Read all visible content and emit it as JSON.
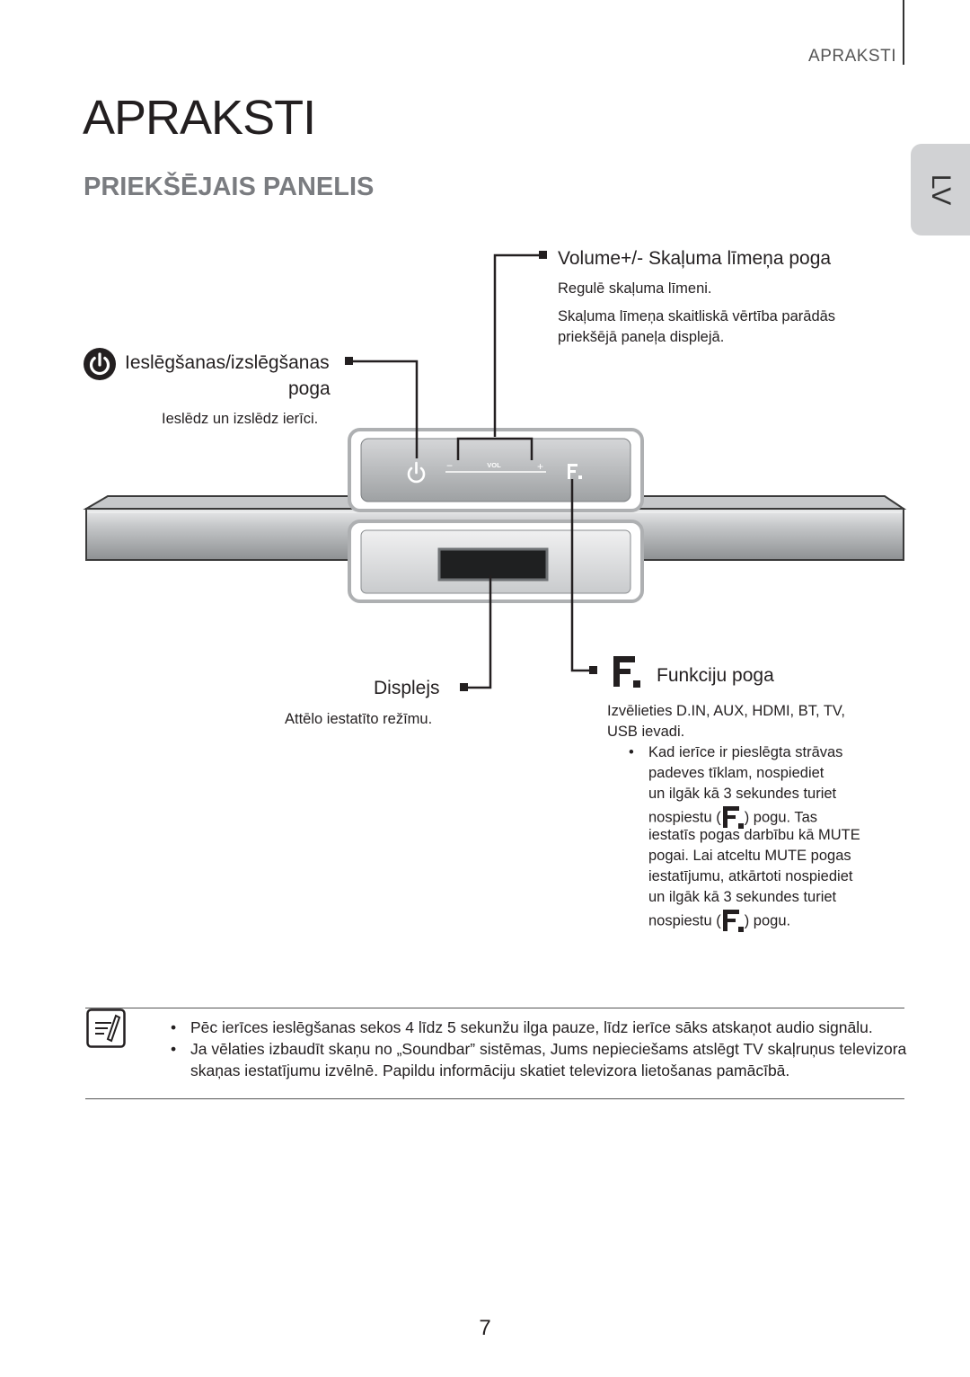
{
  "header": {
    "section_label": "APRAKSTI",
    "lang_tab": "LV"
  },
  "page_title": "APRAKSTI",
  "section_title": "PRIEKŠĒJAIS PANELIS",
  "callouts": {
    "volume": {
      "heading": "Volume+/- Skaļuma līmeņa poga",
      "line1": "Regulē skaļuma līmeni.",
      "line2a": "Skaļuma līmeņa skaitliskā vērtība parādās",
      "line2b": "priekšējā paneļa displejā."
    },
    "power": {
      "heading_line1": "Ieslēgšanas/izslēgšanas",
      "heading_line2": "poga",
      "text": "Ieslēdz un izslēdz ierīci."
    },
    "display": {
      "heading": "Displejs",
      "text": "Attēlo iestatīto režīmu."
    },
    "function": {
      "heading": "Funkciju poga",
      "line1": "Izvēlieties D.IN, AUX, HDMI, BT, TV,",
      "line2": "USB ievadi.",
      "bullet": {
        "l1": "Kad ierīce ir pieslēgta strāvas",
        "l2": "padeves tīklam, nospiediet",
        "l3": "un ilgāk kā 3 sekundes turiet",
        "l4a": "nospiestu (",
        "l4b": ") pogu. Tas",
        "l5": "iestatīs pogas darbību kā MUTE",
        "l6": "pogai. Lai atceltu MUTE pogas",
        "l7": "iestatījumu, atkārtoti nospiediet",
        "l8": "un ilgāk kā 3 sekundes turiet",
        "l9a": "nospiestu (",
        "l9b": ") pogu."
      }
    }
  },
  "device": {
    "vol_label": "VOL",
    "minus": "−",
    "plus": "+"
  },
  "notes": [
    "Pēc ierīces ieslēgšanas sekos 4 līdz 5 sekunžu ilga pauze, līdz ierīce sāks atskaņot audio signālu.",
    "Ja vēlaties izbaudīt skaņu no „Soundbar” sistēmas, Jums nepieciešams atslēgt TV skaļruņus televizora skaņas iestatījumu izvēlnē. Papildu informāciju skatiet televizora lietošanas pamācībā."
  ],
  "page_number": "7"
}
